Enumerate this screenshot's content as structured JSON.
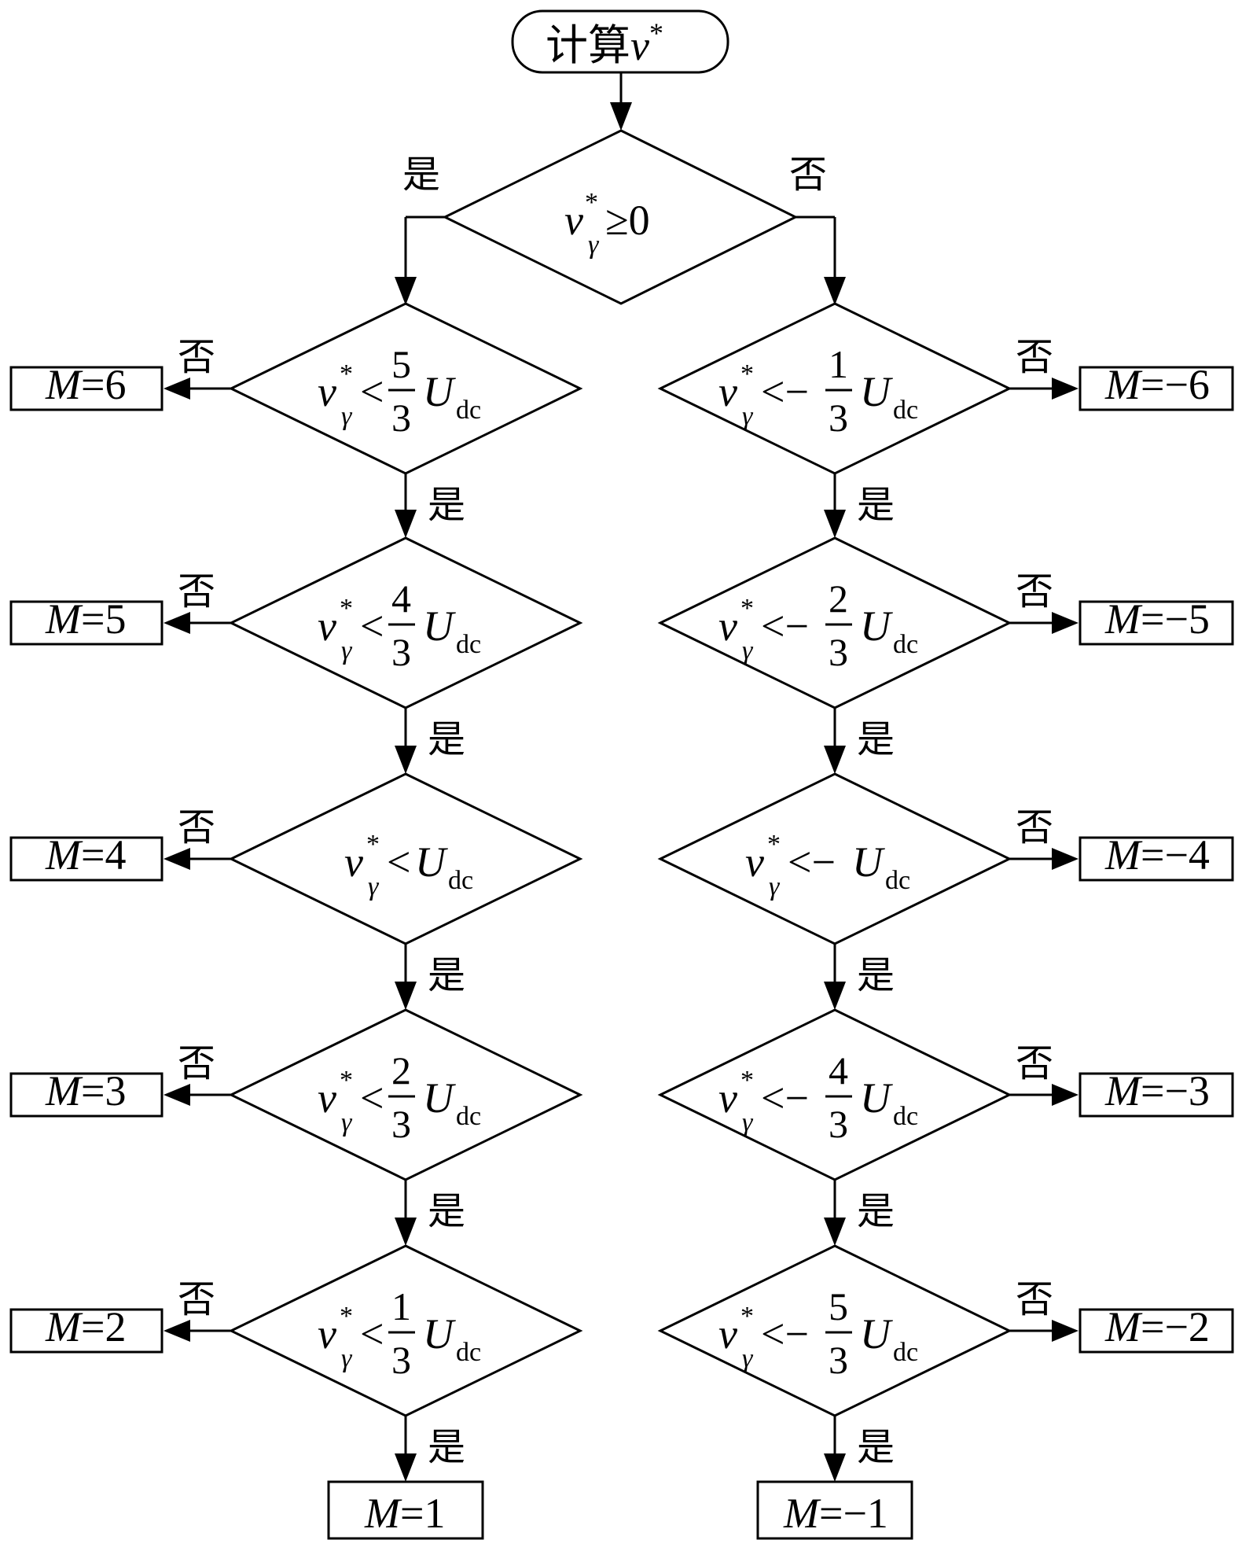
{
  "start": {
    "text": "计算",
    "var": "v",
    "sup": "*"
  },
  "yes": "是",
  "no": "否",
  "var": {
    "v": "v",
    "star": "*",
    "gamma": "γ",
    "U": "U",
    "dc": "dc",
    "M": "M"
  },
  "root": {
    "rel": "≥0"
  },
  "left": {
    "conditions": [
      {
        "rel": "<",
        "num": "5",
        "den": "3",
        "U": true
      },
      {
        "rel": "<",
        "num": "4",
        "den": "3",
        "U": true
      },
      {
        "rel": "<",
        "num": "",
        "den": "",
        "U": true
      },
      {
        "rel": "<",
        "num": "2",
        "den": "3",
        "U": true
      },
      {
        "rel": "<",
        "num": "1",
        "den": "3",
        "U": true
      }
    ],
    "no_results": [
      "6",
      "5",
      "4",
      "3",
      "2"
    ],
    "final": "1"
  },
  "right": {
    "conditions": [
      {
        "rel": "<−",
        "num": "1",
        "den": "3",
        "U": true
      },
      {
        "rel": "<−",
        "num": "2",
        "den": "3",
        "U": true
      },
      {
        "rel": "<−",
        "num": "",
        "den": "",
        "U": true
      },
      {
        "rel": "<−",
        "num": "4",
        "den": "3",
        "U": true
      },
      {
        "rel": "<−",
        "num": "5",
        "den": "3",
        "U": true
      }
    ],
    "no_results": [
      "−6",
      "−5",
      "−4",
      "−3",
      "−2"
    ],
    "final": "−1"
  }
}
